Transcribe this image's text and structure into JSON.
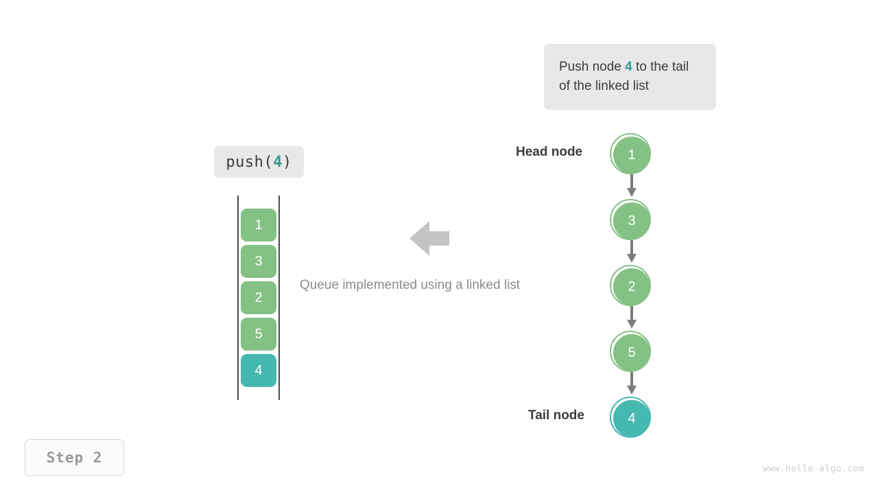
{
  "callout": {
    "text_before": "Push node ",
    "accent": "4",
    "text_after": " to the tail of the linked list"
  },
  "operation": {
    "prefix": "push(",
    "argument": "4",
    "suffix": ")"
  },
  "queue": {
    "cells": [
      {
        "value": "1",
        "color": "green"
      },
      {
        "value": "3",
        "color": "green"
      },
      {
        "value": "2",
        "color": "green"
      },
      {
        "value": "5",
        "color": "green"
      },
      {
        "value": "4",
        "color": "teal"
      }
    ]
  },
  "caption": "Queue implemented using a linked list",
  "linked_list": {
    "head_label": "Head node",
    "tail_label": "Tail node",
    "nodes": [
      {
        "value": "1",
        "color": "green"
      },
      {
        "value": "3",
        "color": "green"
      },
      {
        "value": "2",
        "color": "green"
      },
      {
        "value": "5",
        "color": "green"
      },
      {
        "value": "4",
        "color": "teal"
      }
    ]
  },
  "step_badge": "Step  2",
  "watermark": "www.hello-algo.com",
  "colors": {
    "green": "#84c184",
    "teal": "#45b8b0",
    "accent_text": "#2e9e90",
    "box_bg": "#e8e8e8",
    "arrow_gray": "#7d7d7d",
    "big_arrow_gray": "#c4c4c4",
    "caption_gray": "#8c8c8c",
    "dark_text": "#3c3c3c"
  }
}
